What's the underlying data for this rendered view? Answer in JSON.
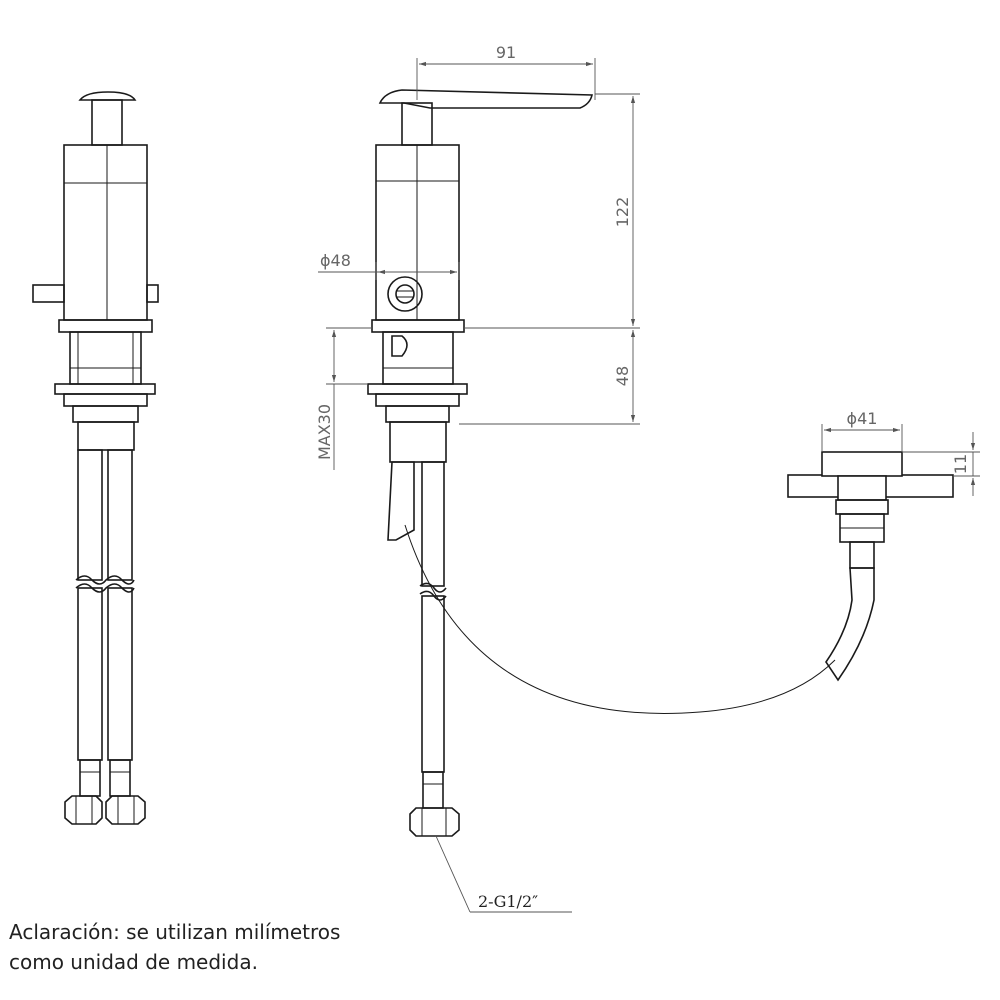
{
  "dimensions": {
    "handle_length": "91",
    "spout_height": "122",
    "body_diameter": "ϕ48",
    "shank_length": "48",
    "max_thickness": "MAX30",
    "base_diameter": "ϕ41",
    "base_height": "11"
  },
  "callout": {
    "thread": "2-G1/2″"
  },
  "note": {
    "line1": "Aclaración: se utilizan milímetros",
    "line2": "como unidad de medida."
  }
}
